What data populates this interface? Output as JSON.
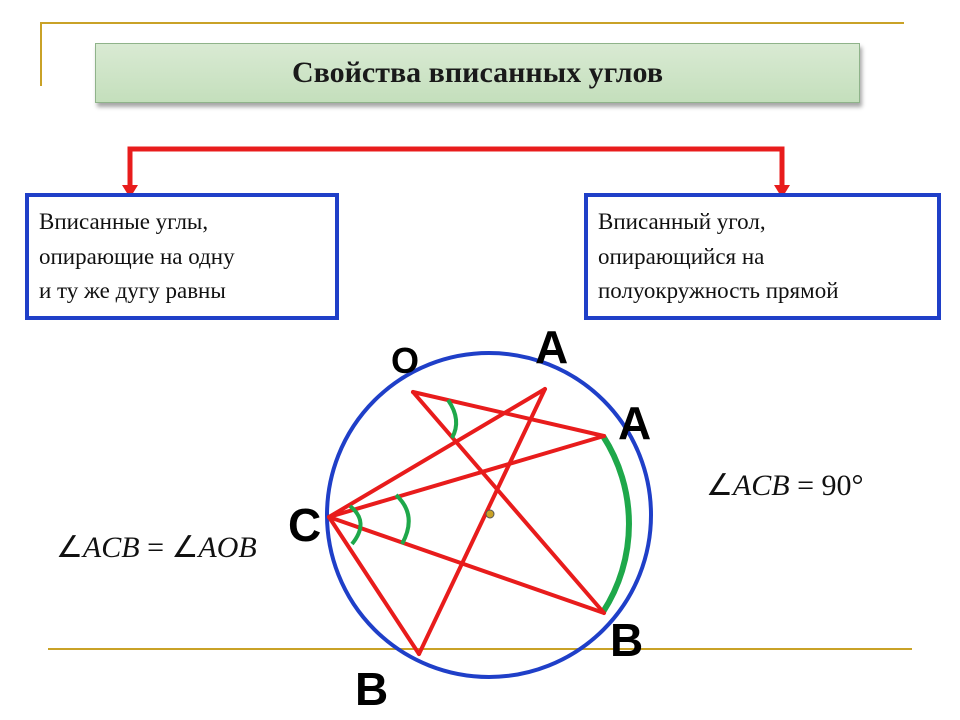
{
  "title": "Свойства вписанных углов",
  "left_card": {
    "lines": [
      "Вписанные углы,",
      "опирающие на одну",
      "и ту же дугу равны"
    ]
  },
  "right_card": {
    "lines": [
      "Вписанный угол,",
      "опирающийся на",
      "полуокружность прямой"
    ]
  },
  "labels": {
    "O": "O",
    "A_top": "A",
    "A_right": "A",
    "C": "C",
    "B_right": "B",
    "B_bottom": "B"
  },
  "formula_left": {
    "angle": "∠",
    "lhs": "ACB",
    "eq": " = ",
    "rhs": "AOB"
  },
  "formula_right": {
    "angle": "∠",
    "lhs": "ACB",
    "eq": " = ",
    "rhs": "90°"
  },
  "colors": {
    "circle": "#1f3fc8",
    "chords": "#e81c1c",
    "arc": "#1ea84a",
    "card_border": "#1f3fc8",
    "connector": "#e81c1c",
    "accent_gold": "#c9a227"
  }
}
